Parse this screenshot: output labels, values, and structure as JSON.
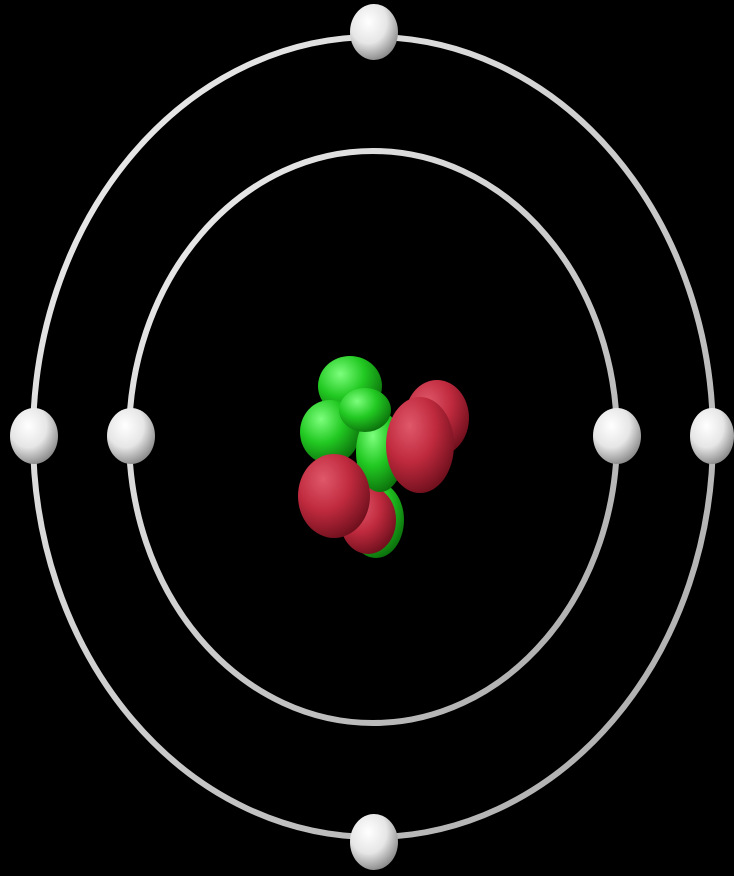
{
  "background_color": "#000000",
  "orbit_color": "#d9d9d9",
  "electron_color": "#f2f2f2",
  "proton_color": "#c8283f",
  "neutron_color": "#1fc41f",
  "shells": [
    {
      "name": "inner-shell",
      "electron_count": 2
    },
    {
      "name": "outer-shell",
      "electron_count": 4
    }
  ],
  "nucleus": {
    "protons": 4,
    "neutrons": 5
  }
}
